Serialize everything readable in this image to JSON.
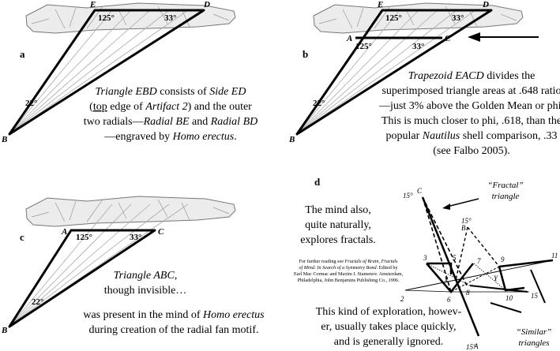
{
  "panels": {
    "a": {
      "label": "a",
      "points": {
        "E": "E",
        "D": "D",
        "B": "B"
      },
      "angles": {
        "top_left": "125°",
        "top_right": "33°",
        "bottom": "22°"
      },
      "caption": [
        {
          "text": "Triangle EBD consists of Side ED",
          "style": "italic-mixed"
        },
        {
          "text": "(top edge of Artifact 2) and the outer"
        },
        {
          "text": "two radials—Radial BE and Radial BD"
        },
        {
          "text": "—engraved by Homo erectus."
        }
      ],
      "caption_parts": {
        "l1a": "Triangle EBD",
        "l1b": " consists of ",
        "l1c": "Side ED",
        "l2a": "(",
        "l2b": "top",
        "l2c": " edge of ",
        "l2d": "Artifact 2",
        "l2e": ") and the outer",
        "l3a": "two radials—",
        "l3b": "Radial BE",
        "l3c": " and ",
        "l3d": "Radial BD",
        "l4a": "—engraved by ",
        "l4b": "Homo erectus",
        "l4c": "."
      }
    },
    "b": {
      "label": "b",
      "points": {
        "E": "E",
        "D": "D",
        "A": "A",
        "C": "C",
        "B": "B"
      },
      "angles": {
        "top_left": "125°",
        "top_right": "33°",
        "mid_left": "125°",
        "mid_right": "33°",
        "bottom": "22°"
      },
      "caption_parts": {
        "l1a": "Trapezoid EACD",
        "l1b": " divides the",
        "l2": "superimposed triangle areas at .648 ratio",
        "l3": "—just 3% above the Golden Mean or phi.",
        "l4": "This is much closer to phi, .618, than the",
        "l5a": "popular ",
        "l5b": "Nautilus",
        "l5c": " shell comparison, .33",
        "l6": "(see Falbo 2005)."
      }
    },
    "c": {
      "label": "c",
      "points": {
        "A": "A",
        "C": "C",
        "B": "B"
      },
      "angles": {
        "left": "125°",
        "right": "33°",
        "bottom": "22°"
      },
      "caption_parts": {
        "l1a": "Triangle ABC",
        "l1b": ",",
        "l2": "though invisible…",
        "l3a": "was present in the mind of ",
        "l3b": "Homo erectus",
        "l4": "during creation of the radial fan motif."
      }
    },
    "d": {
      "label": "d",
      "text_main": [
        "The mind also,",
        "quite naturally,",
        "explores fractals."
      ],
      "reading_note": {
        "l1a": "For further reading see ",
        "l1b": "Fractals of Brain, Fractals",
        "l2a": "of Mind: In Search of a Symmetry Bond",
        "l2b": ". Edited by",
        "l3": "Earl Mac Cormac and Maxim I. Stamenov. Amsterdam,",
        "l4": "Philadelphia, John Benjamins Publishing Co., 1996."
      },
      "text_bottom": [
        "This kind of exploration, howev-",
        "er, usually takes place quickly,",
        "and is generally ignored."
      ],
      "labels": {
        "fractal_1": "“Fractal”",
        "fractal_2": "triangle",
        "similar_1": "“Similar”",
        "similar_2": "triangles"
      },
      "points": {
        "C": "C",
        "B": "B",
        "A": "A",
        "X": "X",
        "Y": "Y",
        "n2": "2",
        "n3": "3",
        "n5": "5",
        "n6": "6",
        "n7": "7",
        "n8": "8",
        "n9": "9",
        "n10": "10",
        "n11": "11",
        "n15": "15"
      },
      "angles": {
        "C": "15°",
        "B": "15°",
        "A": "15°"
      }
    }
  }
}
